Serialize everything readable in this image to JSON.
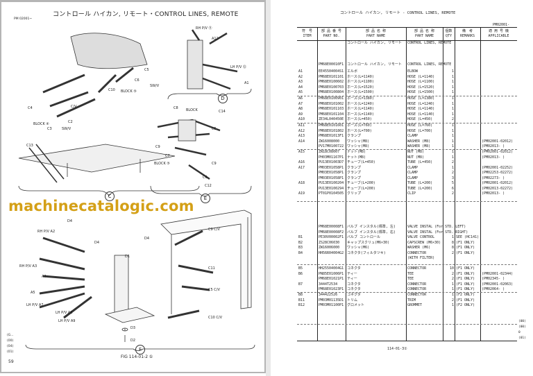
{
  "left_page": {
    "title": "コントロール ハイカン, リモート・CONTROL LINES, REMOTE",
    "serial_range": "PM 02001~",
    "figure_caption": "FIG 114-01-2 ①",
    "page_number": "59",
    "margin_codes": [
      "(G...",
      "(00)",
      "(04)",
      "(01)"
    ],
    "view_labels": {
      "c": "C",
      "d": "D",
      "e": "E",
      "f": "F"
    },
    "callouts": [
      "RH P/V ⑪",
      "A12",
      "LH P/V ⑫",
      "A1",
      "C5",
      "SW/V",
      "C6",
      "BLOCK ⑤",
      "C10",
      "C4",
      "C/V",
      "C2",
      "BLOCK ④",
      "C3",
      "SW/V",
      "C13",
      "C8",
      "BLOCK",
      "C14",
      "C5",
      "C9",
      "C7",
      "BLOCK ⑤",
      "C9",
      "C6",
      "C12",
      "D4",
      "RH P/V A2",
      "RH P/V A3",
      "A4",
      "A5",
      "LH P/V A7",
      "LH P/V A8",
      "LH P/V A9",
      "D4",
      "D1",
      "D3",
      "D2",
      "D4",
      "C9 C/V",
      "C11",
      "C5 C/V",
      "C10 C/V"
    ]
  },
  "watermark": "machinecatalogic.com",
  "right_page": {
    "title": "コントロール ハイカン, リモート  -  CONTROL LINES, REMOTE",
    "serial_range": "PM02001-",
    "footer": "114-01-3①",
    "margin_codes": [
      "(00)",
      "(00)",
      "0",
      "(01)"
    ],
    "columns": [
      {
        "jp": "符　号",
        "en": "ITEM"
      },
      {
        "jp": "部 品 番 号",
        "en": "PART NO."
      },
      {
        "jp": "部 品 名 称",
        "en": "PART NAME"
      },
      {
        "jp": "部 品 名 称",
        "en": "PART NAME"
      },
      {
        "jp": "個数",
        "en": "QTY"
      },
      {
        "jp": "備　考",
        "en": "REMARKS"
      },
      {
        "jp": "適 用 号 機",
        "en": "APPLICABLE"
      }
    ],
    "rows": [
      {
        "item": "",
        "part_no": "",
        "name_jp": "コントロール ハイカン, リモート",
        "name_en": "CONTROL LINES, REMOTE",
        "qty": "",
        "remarks": "",
        "applicable": ""
      },
      {
        "item": "",
        "part_no": "PM68E00010F1",
        "name_jp": "コントロール ハイカン, リモート",
        "name_en": "CONTROL LINES, REMOTE",
        "qty": "",
        "remarks": "",
        "applicable": ""
      },
      {
        "item": "A1",
        "part_no": "EE45504004S1",
        "name_jp": "エルボ",
        "name_en": "ELBOW",
        "qty": "1",
        "remarks": "",
        "applicable": ""
      },
      {
        "item": "A2",
        "part_no": "PM68E0101101",
        "name_jp": "ホース(L=1140)",
        "name_en": "HOSE (L=1140)",
        "qty": "1",
        "remarks": "",
        "applicable": ""
      },
      {
        "item": "A3",
        "part_no": "PM68E0100602",
        "name_jp": "ホース(L=1100)",
        "name_en": "HOSE (L=1100)",
        "qty": "1",
        "remarks": "",
        "applicable": ""
      },
      {
        "item": "A4",
        "part_no": "PM68E0100703",
        "name_jp": "ホース(L=1520)",
        "name_en": "HOSE (L=1520)",
        "qty": "1",
        "remarks": "",
        "applicable": ""
      },
      {
        "item": "A5",
        "part_no": "PM68E0100804",
        "name_jp": "ホース(L=1500)",
        "name_en": "HOSE (L=1500)",
        "qty": "1",
        "remarks": "",
        "applicable": ""
      },
      {
        "item": "A6",
        "part_no": "PM68E0100901",
        "name_jp": "ホース(L=1380)",
        "name_en": "HOSE (L=1380)",
        "qty": "1",
        "remarks": "",
        "applicable": ""
      },
      {
        "item": "A7",
        "part_no": "PM68E0101002",
        "name_jp": "ホース(L=1240)",
        "name_en": "HOSE (L=1240)",
        "qty": "1",
        "remarks": "",
        "applicable": ""
      },
      {
        "item": "A8",
        "part_no": "PM68E0101103",
        "name_jp": "ホース(L=1140)",
        "name_en": "HOSE (L=1140)",
        "qty": "1",
        "remarks": "",
        "applicable": ""
      },
      {
        "item": "A9",
        "part_no": "PM68E0101104",
        "name_jp": "ホース(L=1140)",
        "name_en": "HOSE (L=1140)",
        "qty": "1",
        "remarks": "",
        "applicable": ""
      },
      {
        "item": "A10",
        "part_no": "ZE34L040450E",
        "name_jp": "ホース(L=450)",
        "name_en": "HOSE (L=450)",
        "qty": "2",
        "remarks": "",
        "applicable": ""
      },
      {
        "item": "A11",
        "part_no": "PM68E0101601",
        "name_jp": "ホース(L=760)",
        "name_en": "HOSE (L=760)",
        "qty": "1",
        "remarks": "",
        "applicable": ""
      },
      {
        "item": "A12",
        "part_no": "PM68E0101802",
        "name_jp": "ホース(L=700)",
        "name_en": "HOSE (L=700)",
        "qty": "1",
        "remarks": "",
        "applicable": ""
      },
      {
        "item": "A13",
        "part_no": "PM68E01013F1",
        "name_jp": "クランプ",
        "name_en": "CLAMP",
        "qty": "1",
        "remarks": "",
        "applicable": ""
      },
      {
        "item": "A14",
        "part_no": "ZW16008000",
        "name_jp": "ワッシャ(M8)",
        "name_en": "WASHER (M8)",
        "qty": "1",
        "remarks": "",
        "applicable": "(PM02001-02012)"
      },
      {
        "item": "",
        "part_no": "PV17M0100722",
        "name_jp": "ワッシャ(M8)",
        "name_en": "WASHER (M8)",
        "qty": "1",
        "remarks": "",
        "applicable": "(PM02013-      )"
      },
      {
        "item": "A15",
        "part_no": "ZN18C08007",
        "name_jp": "ナット(M8)",
        "name_en": "NUT (M8)",
        "qty": "1",
        "remarks": "",
        "applicable": "(PM02001-02012)"
      },
      {
        "item": "",
        "part_no": "PH03M01167P1",
        "name_jp": "ナット(M8)",
        "name_en": "NUT (M8)",
        "qty": "1",
        "remarks": "",
        "applicable": "(PM02013-      )"
      },
      {
        "item": "A16",
        "part_no": "PU13E01003D7",
        "name_jp": "チューブ(L=450)",
        "name_en": "TUBE (L=450)",
        "qty": "2",
        "remarks": "",
        "applicable": ""
      },
      {
        "item": "A17",
        "part_no": "PM03E01058P1",
        "name_jp": "クランプ",
        "name_en": "CLAMP",
        "qty": "1",
        "remarks": "",
        "applicable": "(PM02001-02252)"
      },
      {
        "item": "",
        "part_no": "PM03E01058P1",
        "name_jp": "クランプ",
        "name_en": "CLAMP",
        "qty": "2",
        "remarks": "",
        "applicable": "(PM02253-02272)"
      },
      {
        "item": "",
        "part_no": "PM03E01058P1",
        "name_jp": "クランプ",
        "name_en": "CLAMP",
        "qty": "3",
        "remarks": "",
        "applicable": "(PM02273-      )"
      },
      {
        "item": "A18",
        "part_no": "PU13E0100204",
        "name_jp": "チューブ(L=200)",
        "name_en": "TUBE (L=200)",
        "qty": "5",
        "remarks": "",
        "applicable": "(PM02001-02012)"
      },
      {
        "item": "",
        "part_no": "PU13E0100294",
        "name_jp": "チューブ(L=200)",
        "name_en": "TUBE (L=200)",
        "qty": "6",
        "remarks": "",
        "applicable": "(PM02013-02272)"
      },
      {
        "item": "A19",
        "part_no": "PT01P0104505",
        "name_jp": "クリップ",
        "name_en": "CLIP",
        "qty": "2",
        "remarks": "",
        "applicable": "(PM02013-      )"
      },
      {
        "item": "",
        "part_no": "PM68E00008F1",
        "name_jp": "バルブ インスタル(標準, 左)",
        "name_en": "VALVE INSTAL (For STD. LEFT)",
        "qty": "",
        "remarks": "",
        "applicable": ""
      },
      {
        "item": "",
        "part_no": "PM68E00008F2",
        "name_jp": "バルブ インスタル(標準, 右)",
        "name_en": "VALVE INSTAL (For STD. RIGHT)",
        "qty": "",
        "remarks": "",
        "applicable": ""
      },
      {
        "item": "B1",
        "part_no": "PE30V00002F1",
        "name_jp": "バルブ コントロール",
        "name_en": "VALVE CONTROL",
        "qty": "1",
        "remarks": "SEE (HC141)",
        "applicable": ""
      },
      {
        "item": "B2",
        "part_no": "ZS28C06030",
        "name_jp": "キャップスクリュ(M6×30)",
        "name_en": "CAPSCREW (M6×30)",
        "qty": "8",
        "remarks": "(F1 ONLY)",
        "applicable": ""
      },
      {
        "item": "B3",
        "part_no": "ZW16006000",
        "name_jp": "ワッシャ(M6)",
        "name_en": "WASHER (M6)",
        "qty": "8",
        "remarks": "(F1 ONLY)",
        "applicable": ""
      },
      {
        "item": "B4",
        "part_no": "HH56R04004G2",
        "name_jp": "コネクタ(フィルタツキ)",
        "name_en": "CONNECTOR",
        "qty": "2",
        "remarks": "(F1 ONLY)",
        "applicable": ""
      },
      {
        "item": "",
        "part_no": "",
        "name_jp": "",
        "name_en": "(WITH FILTER)",
        "qty": "",
        "remarks": "",
        "applicable": ""
      },
      {
        "item": "B5",
        "part_no": "HH25504004G1",
        "name_jp": "コネクタ",
        "name_en": "CONNECTOR",
        "qty": "10",
        "remarks": "(F1 ONLY)",
        "applicable": ""
      },
      {
        "item": "B6",
        "part_no": "PN85E01006P1",
        "name_jp": "ティー",
        "name_en": "TEE",
        "qty": "2",
        "remarks": "(F1 ONLY)",
        "applicable": "(PM02001-02344)"
      },
      {
        "item": "",
        "part_no": "PM68E01021P1",
        "name_jp": "ティー",
        "name_en": "TEE",
        "qty": "2",
        "remarks": "(F1 ONLY)",
        "applicable": "(PM02345-      )"
      },
      {
        "item": "B7",
        "part_no": "3444T2534",
        "name_jp": "コネクタ",
        "name_en": "CONNECTOR",
        "qty": "1",
        "remarks": "(F1 ONLY)",
        "applicable": "(PM02001-02063)"
      },
      {
        "item": "",
        "part_no": "PM68E01023P1",
        "name_jp": "コネクタ",
        "name_en": "CONNECTOR",
        "qty": "1",
        "remarks": "(F1 ONLY)",
        "applicable": "(PM02064-      )"
      },
      {
        "item": "B8",
        "part_no": "344422526",
        "name_jp": "コネクタ",
        "name_en": "CONNECTOR",
        "qty": "1",
        "remarks": "(F2 ONLY)",
        "applicable": ""
      },
      {
        "item": "B11",
        "part_no": "PM03M01135D1",
        "name_jp": "トリム",
        "name_en": "TRIM",
        "qty": "2",
        "remarks": "(F1 ONLY)",
        "applicable": ""
      },
      {
        "item": "B12",
        "part_no": "PM03M01100P1",
        "name_jp": "グロメット",
        "name_en": "GROMMET",
        "qty": "1",
        "remarks": "(F2 ONLY)",
        "applicable": ""
      }
    ]
  }
}
